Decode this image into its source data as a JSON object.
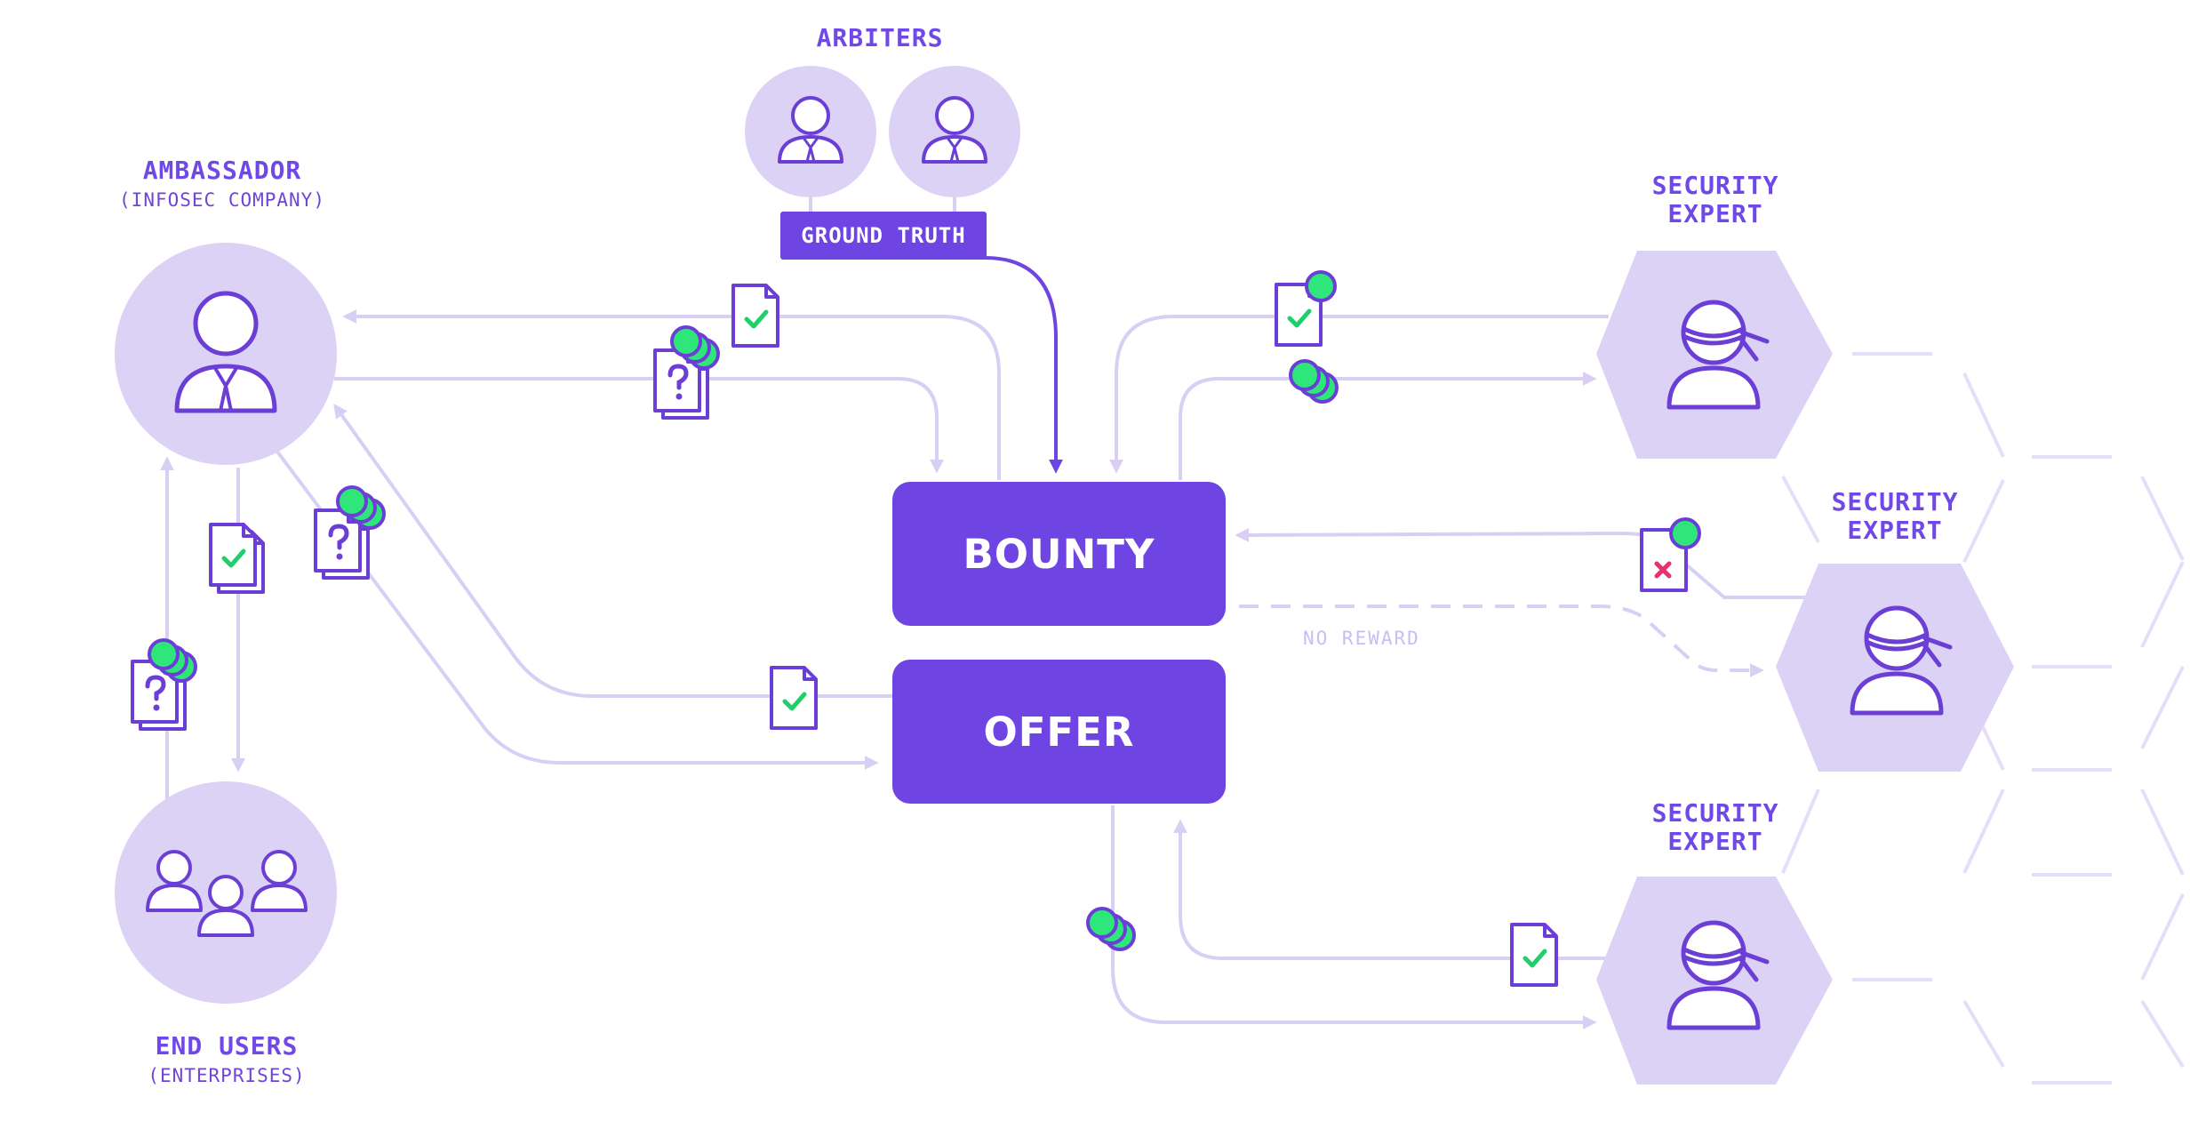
{
  "labels": {
    "arbiters": "ARBITERS",
    "ambassador": "AMBASSADOR",
    "ambassador_sub": "(INFOSEC COMPANY)",
    "end_users": "END USERS",
    "end_users_sub": "(ENTERPRISES)",
    "security_expert_line1": "SECURITY",
    "security_expert_line2": "EXPERT",
    "ground_truth": "GROUND TRUTH",
    "bounty": "BOUNTY",
    "offer": "OFFER",
    "no_reward": "NO REWARD"
  },
  "colors": {
    "primary": "#6e45e2",
    "outline": "#6b3fd6",
    "fill_light": "#dcd2f6",
    "arrow_light": "#d9cff4",
    "token_green": "#2ee67a",
    "check_green": "#1fcf6a",
    "reject_red": "#e8336a"
  },
  "icons": [
    "person-icon",
    "arbiter-icon",
    "ninja-icon",
    "document-check-icon",
    "document-question-icon",
    "document-reject-icon",
    "token-stack-icon"
  ]
}
